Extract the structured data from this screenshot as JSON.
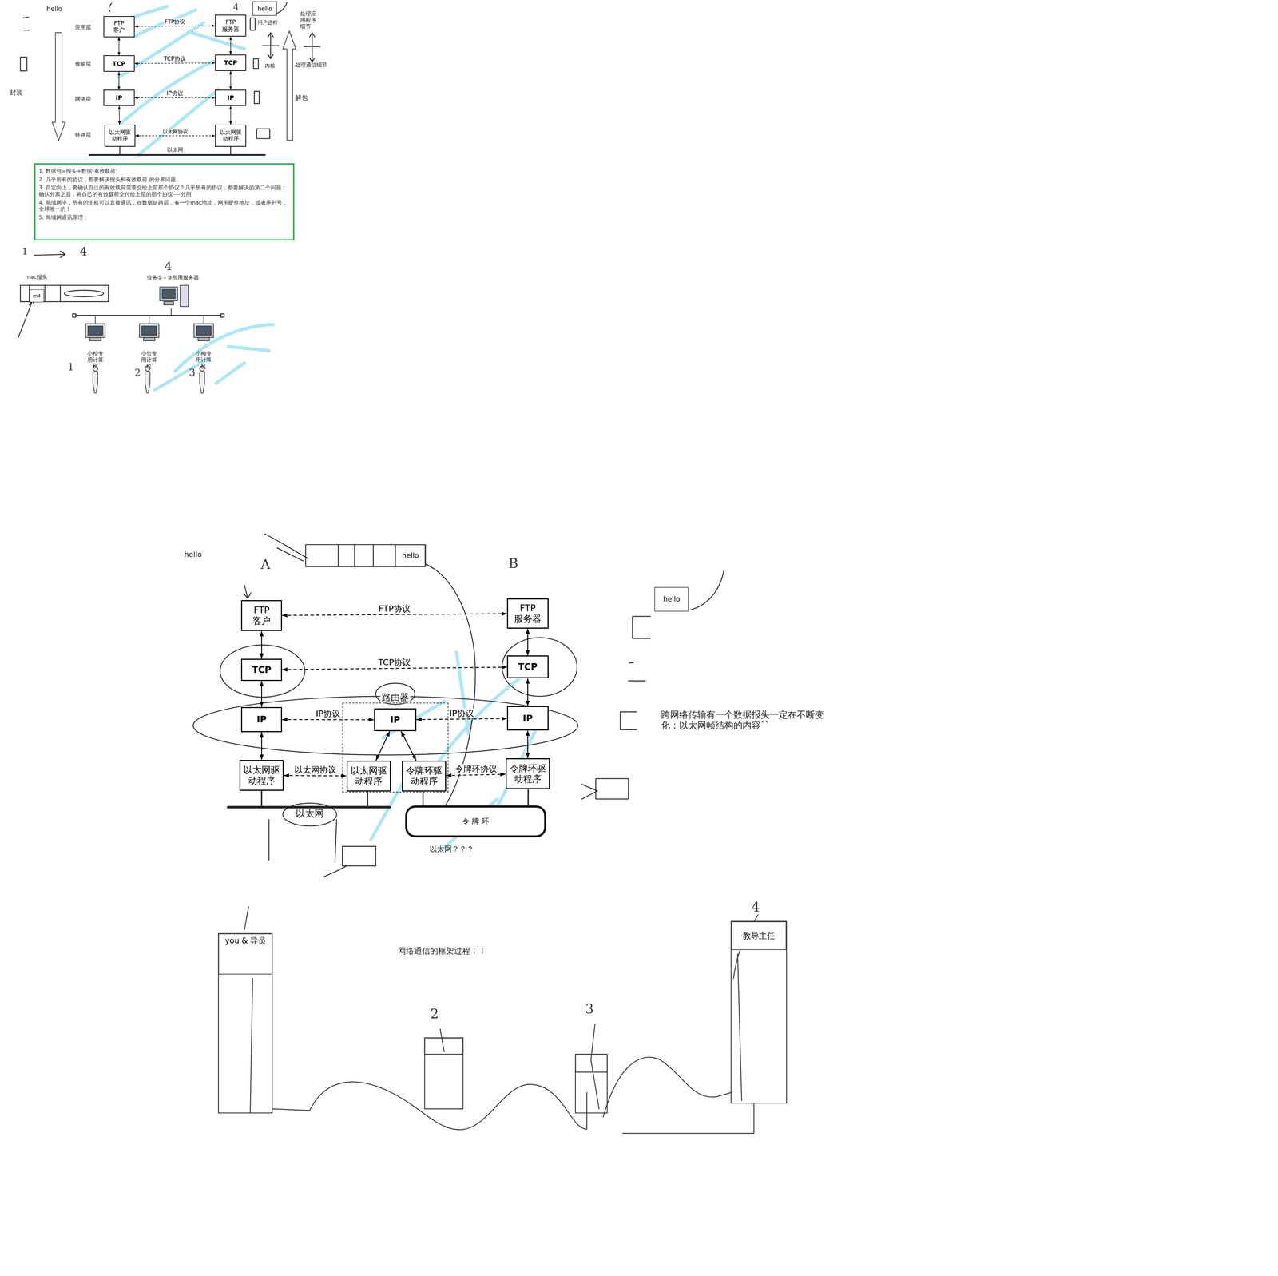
{
  "diagram": {
    "nodes": [
      {
        "text": [
          "FTP 客户"
        ]
      },
      {
        "text": [
          "TCP"
        ]
      },
      {
        "text": [
          "IP"
        ]
      },
      {
        "text": [
          "以太网驱 动程序"
        ]
      },
      {
        "text": [
          "FTP 服务器"
        ]
      },
      {
        "text": [
          "TCP"
        ]
      },
      {
        "text": [
          "IP"
        ]
      },
      {
        "text": [
          "以太网驱 动程序"
        ]
      },
      {
        "text": [
          "hello"
        ]
      },
      {
        "text": [
          "1. 数据包=报头+数据(有效载荷)",
          "2. 几乎所有的协议，都要解决报头和有效载荷 的分界问题",
          "3. 自定向上，要确认自己的有效载荷需要交给上层那个协议？几乎所有的协议，都要解决的第二个问题：确认分离之后，将自己的有效载荷交付给上层的那个协议----分用",
          "4. 局域网中，所有的主机可以直接通讯，在数据链路层，有一个mac地址，网卡硬件地址，或者序列号，全球唯一的！",
          "5. 局域网通讯原理："
        ]
      },
      {
        "text": [
          "m4"
        ]
      },
      {
        "text": [
          "hello"
        ]
      },
      {
        "text": [
          "FTP 客户"
        ]
      },
      {
        "text": [
          "TCP"
        ]
      },
      {
        "text": [
          "IP"
        ]
      },
      {
        "text": [
          "以太网驱 动程序"
        ]
      },
      {
        "text": [
          "路由器"
        ]
      },
      {
        "text": [
          "IP"
        ],
        "in": 16
      },
      {
        "text": [
          "以太网驱 动程序"
        ],
        "in": 16
      },
      {
        "text": [
          "令牌环驱 动程序"
        ],
        "in": 16
      },
      {
        "text": [
          "FTP 服务器"
        ]
      },
      {
        "text": [
          "TCP"
        ]
      },
      {
        "text": [
          "IP"
        ]
      },
      {
        "text": [
          "令牌环驱 动程序"
        ]
      },
      {
        "text": [
          "令 牌 环"
        ]
      },
      {
        "text": [
          "hello"
        ]
      },
      {
        "text": [
          "you & 导员"
        ]
      },
      {
        "text": [
          "教导主任"
        ]
      }
    ],
    "edges": [
      {
        "from": 0,
        "to": 4,
        "label": "FTP协议",
        "arrow": "both"
      },
      {
        "from": 1,
        "to": 5,
        "label": "TCP协议",
        "arrow": "both"
      },
      {
        "from": 2,
        "to": 6,
        "label": "IP协议",
        "arrow": "both"
      },
      {
        "from": 3,
        "to": 7,
        "label": "以太网协议",
        "arrow": "both"
      },
      {
        "from": 0,
        "to": 1,
        "arrow": "both"
      },
      {
        "from": 1,
        "to": 2,
        "arrow": "both"
      },
      {
        "from": 2,
        "to": 3,
        "arrow": "both"
      },
      {
        "from": 4,
        "to": 5,
        "arrow": "both"
      },
      {
        "from": 5,
        "to": 6,
        "arrow": "both"
      },
      {
        "from": 6,
        "to": 7,
        "arrow": "both"
      },
      {
        "from": 12,
        "to": 20,
        "label": "FTP协议",
        "arrow": "both"
      },
      {
        "from": 13,
        "to": 21,
        "label": "TCP协议",
        "arrow": "both"
      },
      {
        "from": 14,
        "to": 17,
        "label": "IP协议",
        "arrow": "both"
      },
      {
        "from": 17,
        "to": 22,
        "label": "IP协议",
        "arrow": "both"
      },
      {
        "from": 15,
        "to": 18,
        "label": "以太网协议",
        "arrow": "both"
      },
      {
        "from": 19,
        "to": 23,
        "label": "令牌环协议",
        "arrow": "both"
      },
      {
        "from": 12,
        "to": 13,
        "arrow": "both"
      },
      {
        "from": 13,
        "to": 14,
        "arrow": "both"
      },
      {
        "from": 14,
        "to": 15,
        "arrow": "both"
      },
      {
        "from": 20,
        "to": 21,
        "arrow": "both"
      },
      {
        "from": 21,
        "to": 22,
        "arrow": "both"
      },
      {
        "from": 22,
        "to": 23,
        "arrow": "both"
      },
      {
        "from": 17,
        "to": 18,
        "arrow": "both"
      },
      {
        "from": 17,
        "to": 19,
        "arrow": "both"
      }
    ],
    "labels": [
      "hello",
      "4",
      "应用层",
      "传输层",
      "网络层",
      "链路层",
      "以太网",
      "封装",
      "解包",
      "用户进程",
      "内核",
      "处理应用程序细节",
      "处理通信细节",
      "1",
      "4",
      "mac报头",
      "4",
      "业务①－③所用服务器",
      "小松专用计算机",
      "小竹专用计算机",
      "小梅专用计算机",
      "1",
      "2",
      "3",
      "hello",
      "A",
      "B",
      "以太网",
      "以太网？？？",
      "跨网络传输有一个数据报头一定在不断变化：以太网帧结构的内容``",
      "网络通信的框架过程！！",
      "2",
      "3",
      "4"
    ]
  }
}
